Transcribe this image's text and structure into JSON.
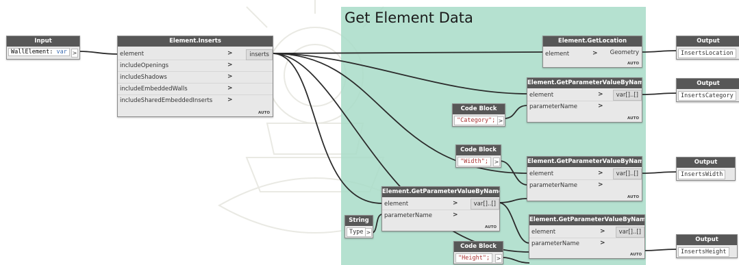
{
  "group": {
    "title": "Get Element Data",
    "color": "#a8dcc8"
  },
  "nodes": {
    "input": {
      "title": "Input",
      "value_prefix": "WallElement:",
      "value_type": "var",
      "arrow": ">"
    },
    "element_inserts": {
      "title": "Element.Inserts",
      "inputs": [
        "element",
        "includeOpenings",
        "includeShadows",
        "includeEmbeddedWalls",
        "includeSharedEmbeddedInserts"
      ],
      "output": "inserts",
      "lacing": "AUTO"
    },
    "get_location": {
      "title": "Element.GetLocation",
      "input": "element",
      "output": "Geometry",
      "lacing": "AUTO"
    },
    "param_category": {
      "title": "Element.GetParameterValueByName",
      "inputs": [
        "element",
        "parameterName"
      ],
      "output": "var[]..[]",
      "lacing": "AUTO"
    },
    "param_width": {
      "title": "Element.GetParameterValueByName",
      "inputs": [
        "element",
        "parameterName"
      ],
      "output": "var[]..[]",
      "lacing": "AUTO"
    },
    "param_type": {
      "title": "Element.GetParameterValueByName",
      "inputs": [
        "element",
        "parameterName"
      ],
      "output": "var[]..[]",
      "lacing": "AUTO"
    },
    "param_height": {
      "title": "Element.GetParameterValueByName",
      "inputs": [
        "element",
        "parameterName"
      ],
      "output": "var[]..[]",
      "lacing": "AUTO"
    },
    "cb_category": {
      "title": "Code Block",
      "code": "\"Category\";",
      "arrow": ">"
    },
    "cb_width": {
      "title": "Code Block",
      "code": "\"Width\";",
      "arrow": ">"
    },
    "cb_height": {
      "title": "Code Block",
      "code": "\"Height\";",
      "arrow": ">"
    },
    "string_node": {
      "title": "String",
      "value": "Type",
      "arrow": ">"
    },
    "out_location": {
      "title": "Output",
      "value": "InsertsLocation"
    },
    "out_category": {
      "title": "Output",
      "value": "InsertsCategory"
    },
    "out_width": {
      "title": "Output",
      "value": "InsertsWidth"
    },
    "out_height": {
      "title": "Output",
      "value": "InsertsHeight"
    }
  },
  "arrow_glyph": ">",
  "colors": {
    "header": "#575757",
    "node_body": "#e8e8e8",
    "wire": "#2b2b2b"
  }
}
